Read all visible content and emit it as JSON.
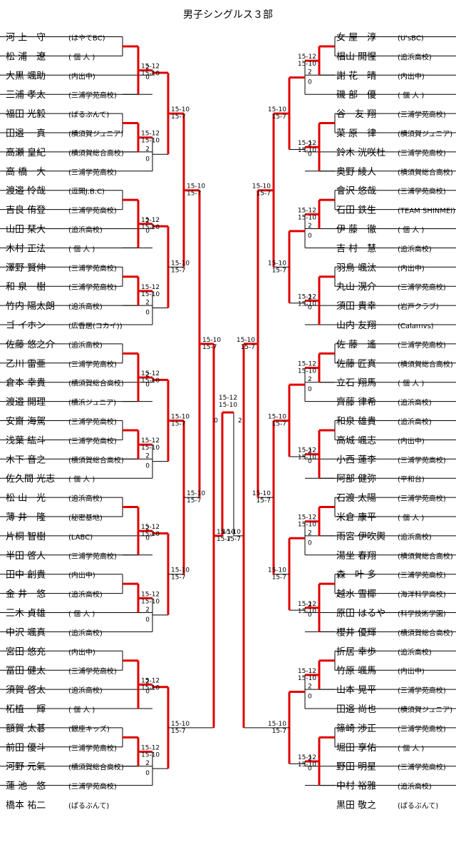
{
  "title": "男子シングルス３部",
  "left": [
    {
      "name": "河 上　守",
      "team": "(はやてBC)"
    },
    {
      "name": "松 浦　遼",
      "team": "( 個 人 )"
    },
    {
      "name": "大黒 颯助",
      "team": "(内出中)"
    },
    {
      "name": "三浦 孝太",
      "team": "(三浦学苑高校)"
    },
    {
      "name": "福田 光毅",
      "team": "(ぱるぶんて)"
    },
    {
      "name": "田邉 一真",
      "team": "(横須賀ジュニア)"
    },
    {
      "name": "高瀬 皇紀",
      "team": "(横須賀総合高校)"
    },
    {
      "name": "高 橋　大",
      "team": "(三浦学苑高校)"
    },
    {
      "name": "渡邉 怜哉",
      "team": "(逗開J.B.C)"
    },
    {
      "name": "吉良 侑登",
      "team": "(三浦学苑高校)"
    },
    {
      "name": "山田 栞大",
      "team": "(追浜高校)"
    },
    {
      "name": "木村 正法",
      "team": "( 個 人 )"
    },
    {
      "name": "澤野 賢伸",
      "team": "(三浦学苑高校)"
    },
    {
      "name": "和 泉　樹",
      "team": "(三浦学苑高校)"
    },
    {
      "name": "竹内 陽太朗",
      "team": "(追浜高校)"
    },
    {
      "name": "ゴ イホン",
      "team": "(広香居(コカイ))"
    },
    {
      "name": "佐藤 悠之介",
      "team": "(追浜高校)"
    },
    {
      "name": "乙川 雷亜",
      "team": "(三浦学苑高校)"
    },
    {
      "name": "倉本 幸貴",
      "team": "(横須賀総合高校)"
    },
    {
      "name": "渡邉 開理",
      "team": "(横浜ジュニア)"
    },
    {
      "name": "安齋 海駕",
      "team": "(三浦学苑高校)"
    },
    {
      "name": "浅葉 紘斗",
      "team": "(三浦学苑高校)"
    },
    {
      "name": "木下 音之",
      "team": "(横須賀総合高校)"
    },
    {
      "name": "佐久間 光志",
      "team": "( 個 人 )"
    },
    {
      "name": "松 山　光",
      "team": "(追浜高校)"
    },
    {
      "name": "薄 井　隆",
      "team": "(秘密基地)"
    },
    {
      "name": "片桐 智樹",
      "team": "(LABC)"
    },
    {
      "name": "半田 啓人",
      "team": "(三浦学苑高校)"
    },
    {
      "name": "田中 創貴",
      "team": "(内出中)"
    },
    {
      "name": "金 井　悠",
      "team": "(追浜高校)"
    },
    {
      "name": "三木 貞雄",
      "team": "( 個 人 )"
    },
    {
      "name": "中沢 颯真",
      "team": "(追浜高校)"
    },
    {
      "name": "宮田 悠充",
      "team": "(内出中)"
    },
    {
      "name": "冨田 健太",
      "team": "(三浦学苑高校)"
    },
    {
      "name": "須賀 啓太",
      "team": "(追浜高校)"
    },
    {
      "name": "柘植 一輝",
      "team": "( 個 人 )"
    },
    {
      "name": "額賀 太碁",
      "team": "(銀座キッズ)"
    },
    {
      "name": "前田 優斗",
      "team": "(三浦学苑高校)"
    },
    {
      "name": "河野 元氣",
      "team": "(横須賀総合高校)"
    },
    {
      "name": "蓮 池　悠",
      "team": "(三浦学苑高校)"
    },
    {
      "name": "橋本 祐二",
      "team": "(ぱるぶんて)"
    }
  ],
  "right": [
    {
      "name": "女 屋　淳",
      "team": "(U'sBC)"
    },
    {
      "name": "椙山 開惺",
      "team": "(追浜高校)"
    },
    {
      "name": "謝 花　晴",
      "team": "(内出中)"
    },
    {
      "name": "磯 部　優",
      "team": "( 個 人 )"
    },
    {
      "name": "谷　友 翔",
      "team": "(三浦学苑高校)"
    },
    {
      "name": "菜 原　律",
      "team": "(横須賀ジュニア)"
    },
    {
      "name": "鈴木 洸咲杜",
      "team": "(三浦学苑高校)"
    },
    {
      "name": "奥野 綾人",
      "team": "(横須賀総合高校)"
    },
    {
      "name": "會沢 悠哉",
      "team": "(三浦学苑高校)"
    },
    {
      "name": "石田 鉄生",
      "team": "(TEAM SHINMEI)"
    },
    {
      "name": "伊 藤　徹",
      "team": "( 個 人 )"
    },
    {
      "name": "吉 村　慧",
      "team": "(追浜高校)"
    },
    {
      "name": "羽鳥 颯汰",
      "team": "(内出中)"
    },
    {
      "name": "丸山 滉介",
      "team": "(三浦学苑高校)"
    },
    {
      "name": "須田 貴幸",
      "team": "(岩戸クラブ)"
    },
    {
      "name": "山内 友翔",
      "team": "(Calamvs)"
    },
    {
      "name": "佐 藤　遙",
      "team": "(三浦学苑高校)"
    },
    {
      "name": "佐藤 匠真",
      "team": "(横須賀総合高校)"
    },
    {
      "name": "立石 翔馬",
      "team": "( 個 人 )"
    },
    {
      "name": "齊藤 律希",
      "team": "(追浜高校)"
    },
    {
      "name": "和泉 雄貴",
      "team": "(追浜高校)"
    },
    {
      "name": "高城 颯志",
      "team": "(内出中)"
    },
    {
      "name": "小西 蓮李",
      "team": "(三浦学苑高校)"
    },
    {
      "name": "阿部 健弥",
      "team": "(平和台)"
    },
    {
      "name": "石渡 太陽",
      "team": "(三浦学苑高校)"
    },
    {
      "name": "米倉 康平",
      "team": "( 個 人 )"
    },
    {
      "name": "雨宮 伊吹輿",
      "team": "(追浜高校)"
    },
    {
      "name": "湯坐 春翔",
      "team": "(横須賀総合高校)"
    },
    {
      "name": "森　叶 多",
      "team": "(三浦学苑高校)"
    },
    {
      "name": "越水 雪椰",
      "team": "(海洋科学高校)"
    },
    {
      "name": "原田 はるや",
      "team": "(科学技術学園)"
    },
    {
      "name": "櫻井 優輝",
      "team": "(横須賀総合高校)"
    },
    {
      "name": "折居 幸歩",
      "team": "(追浜高校)"
    },
    {
      "name": "竹原 颯馬",
      "team": "(内出中)"
    },
    {
      "name": "山本 晃平",
      "team": "(三浦学苑高校)"
    },
    {
      "name": "田邉 尚也",
      "team": "(横須賀ジュニア)"
    },
    {
      "name": "篠崎 渉正",
      "team": "(三浦学苑高校)"
    },
    {
      "name": "堀田 享佑",
      "team": "( 個 人 )"
    },
    {
      "name": "野田 明星",
      "team": "(三浦学苑高校)"
    },
    {
      "name": "中村 裕雅",
      "team": "(追浜高校)"
    },
    {
      "name": "黒田 敬之",
      "team": "(ぱるぶんて)"
    }
  ],
  "final_score": [
    "15-12",
    "15-10"
  ],
  "final_games": [
    "0",
    "2"
  ]
}
